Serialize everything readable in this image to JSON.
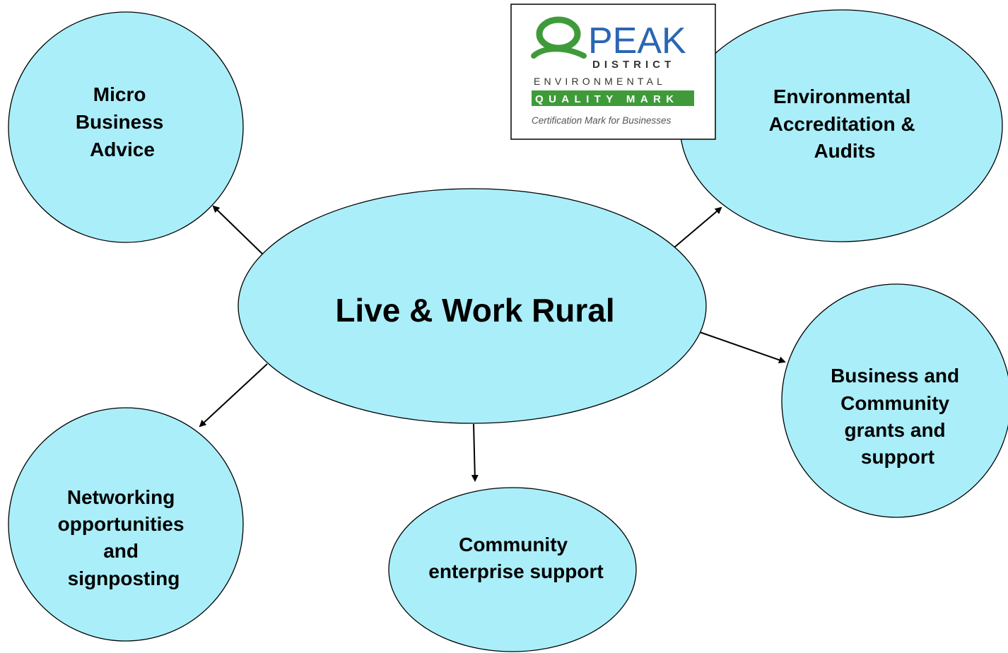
{
  "center": {
    "label": "Live & Work Rural"
  },
  "nodes": {
    "micro_business": {
      "lines": [
        "Micro",
        "Business",
        "Advice"
      ]
    },
    "environmental": {
      "lines": [
        "Environmental",
        "Accreditation &",
        "Audits"
      ]
    },
    "business_community": {
      "lines": [
        "Business and",
        "Community",
        "grants and",
        "support"
      ]
    },
    "community_enterprise": {
      "lines": [
        "Community",
        "enterprise support"
      ]
    },
    "networking": {
      "lines": [
        "Networking",
        "opportunities",
        "and",
        "signposting"
      ]
    }
  },
  "logo": {
    "brand": "PEAK",
    "line1": "DISTRICT",
    "line2": "ENVIRONMENTAL",
    "line3": "QUALITY MARK",
    "tagline": "Certification Mark for Businesses"
  },
  "colors": {
    "bubble_fill": "#aaeef9",
    "stroke": "#000000",
    "logo_green": "#3f9b3a",
    "logo_blue": "#2a66b3",
    "logo_grey": "#555555"
  }
}
